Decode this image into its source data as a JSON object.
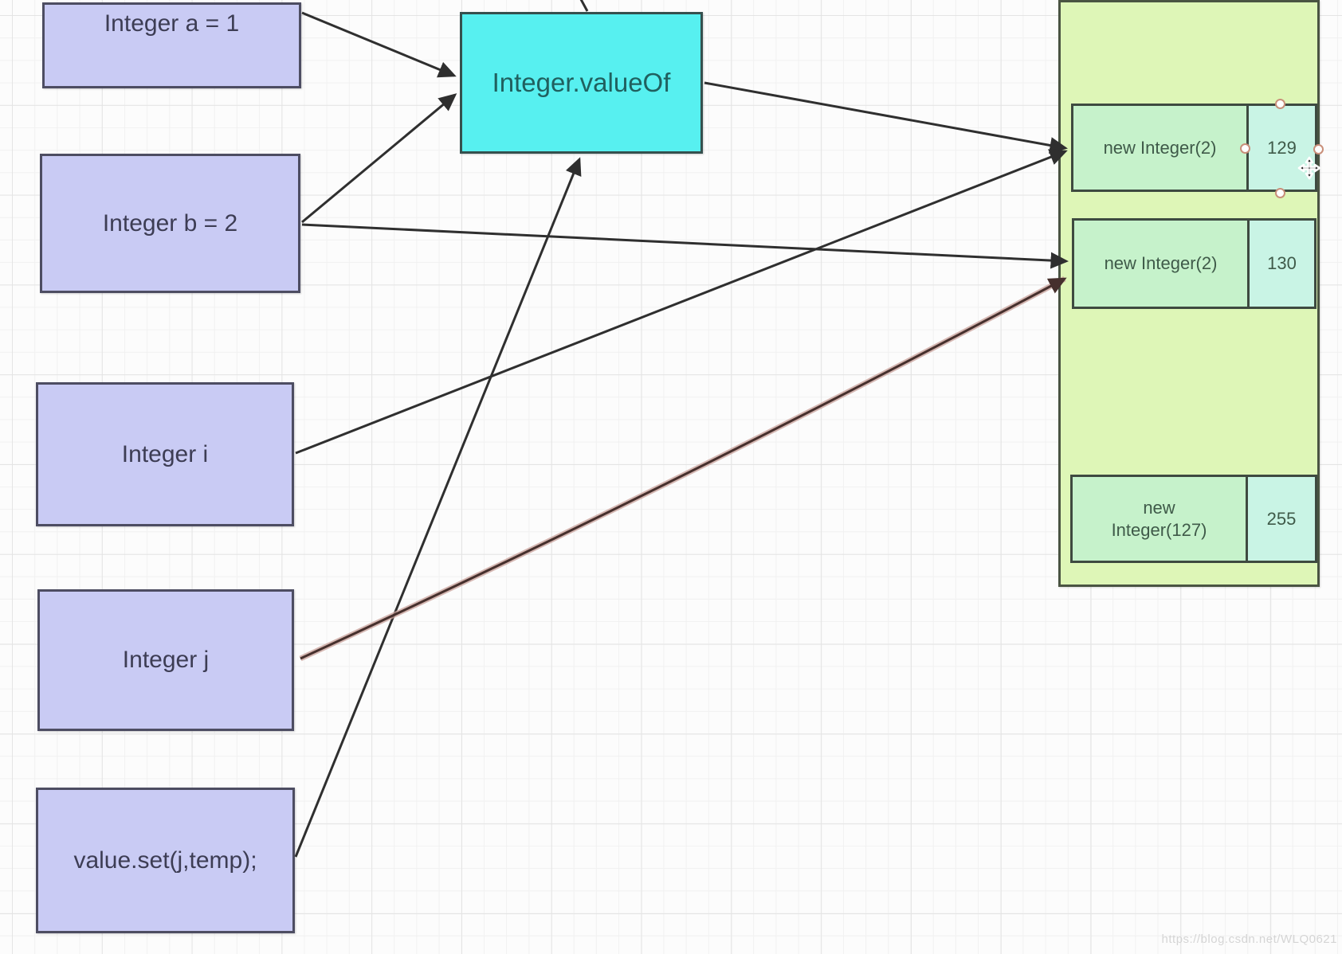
{
  "diagram": {
    "nodes": {
      "a": {
        "label": "Integer a = 1"
      },
      "b": {
        "label": "Integer b = 2"
      },
      "i": {
        "label": "Integer i"
      },
      "j": {
        "label": "Integer j"
      },
      "valueset": {
        "label": "value.set(j,temp);"
      },
      "valueof": {
        "label": "Integer.valueOf"
      }
    },
    "heap": {
      "rows": [
        {
          "name": "new Integer(2)",
          "value": "129"
        },
        {
          "name": "new Integer(2)",
          "value": "130"
        },
        {
          "name": "new Integer(127)",
          "value": "255"
        }
      ]
    },
    "edges": [
      {
        "from": "Integer a = 1",
        "to": "Integer.valueOf",
        "style": "black-arrow"
      },
      {
        "from": "Integer b = 2",
        "to": "Integer.valueOf",
        "style": "black-arrow"
      },
      {
        "from": "Integer b = 2",
        "to": "new Integer(2) 130",
        "style": "black-arrow"
      },
      {
        "from": "Integer.valueOf",
        "to": "new Integer(2) 129",
        "style": "black-arrow"
      },
      {
        "from": "Integer i",
        "to": "new Integer(2) 129",
        "style": "black-arrow"
      },
      {
        "from": "value.set(j,temp);",
        "to": "Integer.valueOf",
        "style": "black-arrow"
      },
      {
        "from": "Integer j",
        "to": "new Integer(2) 130",
        "style": "red-curved-arrow"
      },
      {
        "from": "Integer.valueOf",
        "to": "off-screen-top",
        "style": "black-line"
      }
    ],
    "colors": {
      "node_fill": "#c9cbf4",
      "node_border": "#4d4d62",
      "valueof_fill": "#57f0f0",
      "panel_fill": "#def6b7",
      "name_cell_fill": "#c6f2cb",
      "num_cell_fill": "#c9f4e5",
      "arrow": "#2f2f2f",
      "red_arrow": "#46302d",
      "handle_stroke": "#c98f7a"
    }
  },
  "watermark": {
    "text": "https://blog.csdn.net/WLQ0621"
  }
}
